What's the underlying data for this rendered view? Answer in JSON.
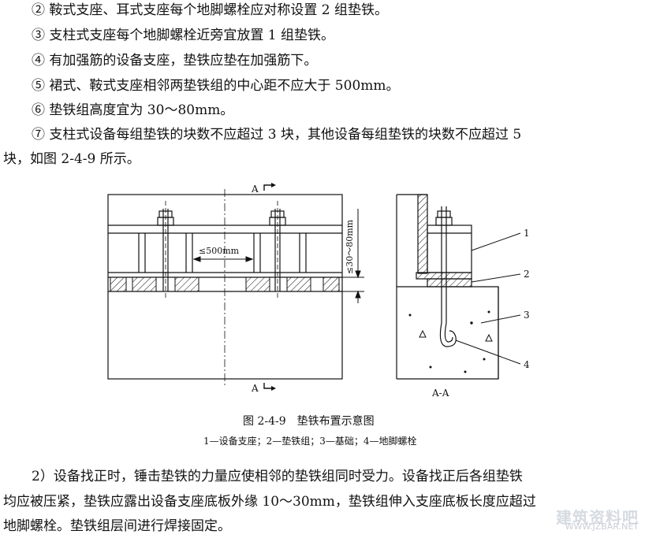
{
  "list": [
    "② 鞍式支座、耳式支座每个地脚螺栓应对称设置 2 组垫铁。",
    "③ 支柱式支座每个地脚螺栓近旁宜放置 1 组垫铁。",
    "④ 有加强筋的设备支座，垫铁应垫在加强筋下。",
    "⑤ 裙式、鞍式支座相邻两垫铁组的中心距不应大于 500mm。",
    "⑥ 垫铁组高度宜为 30～80mm。",
    "⑦ 支柱式设备每组垫铁的块数不应超过 3 块，其他设备每组垫铁的块数不应超过 5",
    "块，如图 2-4-9 所示。"
  ],
  "figure": {
    "section_top": "A",
    "section_bottom": "A",
    "dim_500": "≤500mm",
    "dim_height": "≤30～80mm",
    "section_label": "A-A",
    "callouts": [
      "1",
      "2",
      "3",
      "4"
    ],
    "caption": "图 2-4-9　垫铁布置示意图",
    "legend": "1—设备支座；2—垫铁组；3—基础；4—地脚螺栓"
  },
  "para": [
    "2）设备找正时，锤击垫铁的力量应使相邻的垫铁组同时受力。设备找正后各组垫铁",
    "均应被压紧，垫铁应露出设备支座底板外缘 10～30mm，垫铁组伸入支座底板长度应超过",
    "地脚螺栓。垫铁组层间进行焊接固定。"
  ],
  "watermark": {
    "name": "建筑资料吧",
    "url": "WWW.JZBAR.NET"
  }
}
